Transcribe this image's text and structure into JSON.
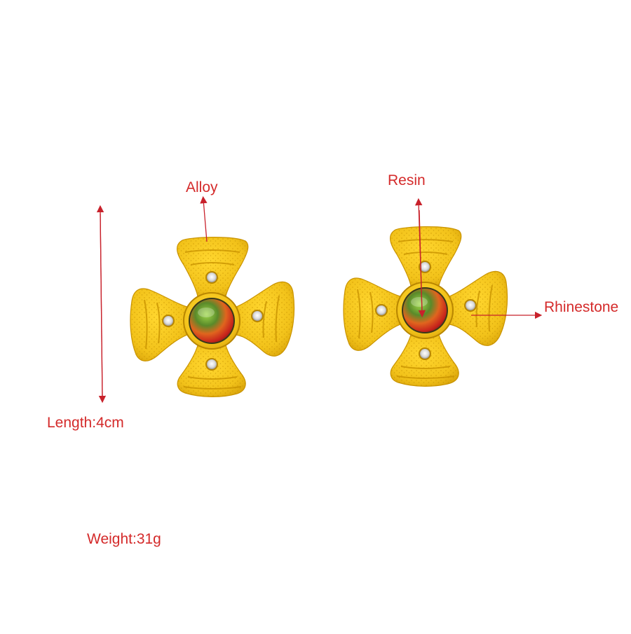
{
  "labels": {
    "alloy": "Alloy",
    "resin": "Resin",
    "rhinestone": "Rhinestone",
    "length": "Length:4cm",
    "weight": "Weight:31g"
  },
  "colors": {
    "label_text": "#d42a2a",
    "arrow": "#c8212b",
    "gold": "#f2c21a",
    "gold_shadow": "#c99300",
    "background": "#ffffff"
  },
  "product": {
    "item": "cross-shaped stud earring pair",
    "count": 2,
    "center_stone": "multicolor resin cabochon",
    "rhinestones_per_earring": 4
  }
}
